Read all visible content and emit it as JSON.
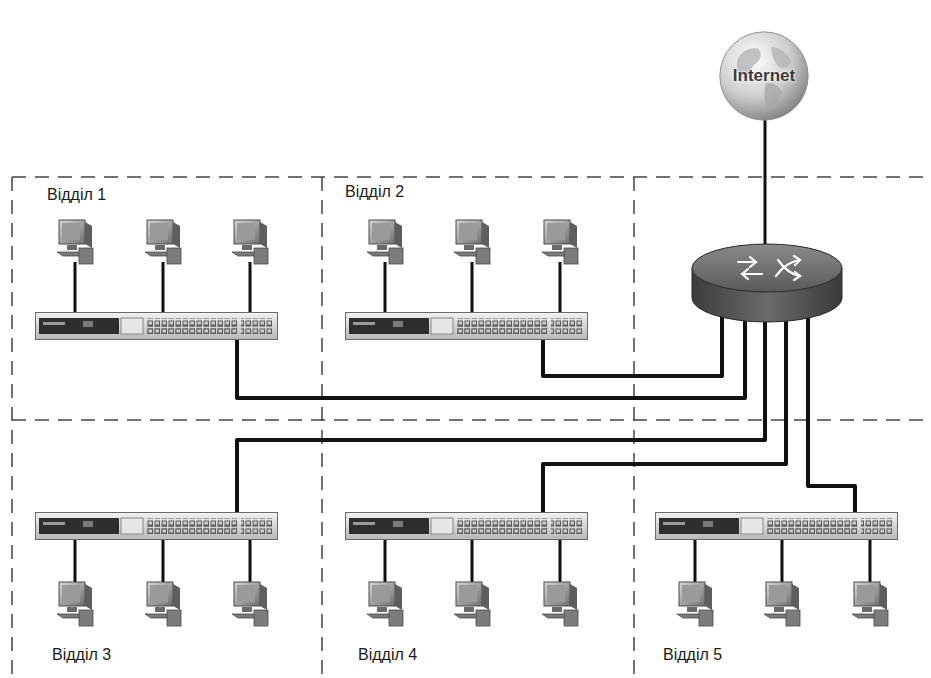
{
  "diagram": {
    "nodes": [
      {
        "text": [
          "Internet"
        ]
      },
      {
        "text": [
          "Відділ 1"
        ]
      },
      {
        "text": [
          "Відділ 2"
        ]
      },
      {
        "text": [
          "Відділ 3"
        ]
      },
      {
        "text": [
          "Відділ 4"
        ]
      },
      {
        "text": [
          "Відділ 5"
        ]
      }
    ]
  }
}
